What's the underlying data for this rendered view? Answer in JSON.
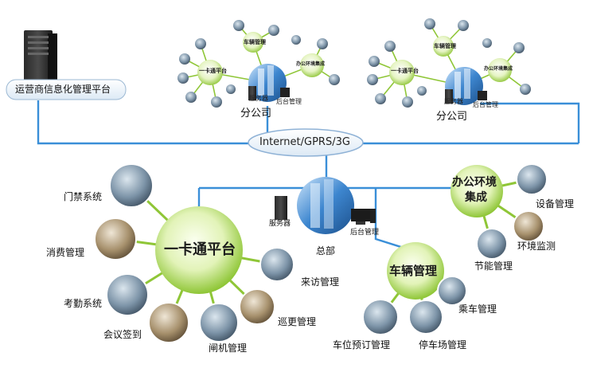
{
  "platform": {
    "label": "运营商信息化管理平台"
  },
  "network": {
    "label": "Internet/GPRS/3G"
  },
  "hq": {
    "label": "总部",
    "server_label": "服务器",
    "backend_label": "后台管理"
  },
  "card_platform": {
    "label": "一卡通平台",
    "items": [
      "门禁系统",
      "消费管理",
      "考勤系统",
      "会议签到",
      "闸机管理",
      "巡更管理",
      "来访管理"
    ]
  },
  "vehicle_mgmt": {
    "label": "车辆管理",
    "items": [
      "车位预订管理",
      "停车场管理",
      "乘车管理"
    ]
  },
  "office_env": {
    "label": "办公环境集成",
    "line1": "办公环境",
    "line2": "集成",
    "items": [
      "设备管理",
      "环境监测",
      "节能管理"
    ]
  },
  "branch_left": {
    "label": "分公司",
    "server_label": "服务器",
    "backend_label": "后台管理",
    "hubs": [
      "一卡通平台",
      "车辆管理",
      "办公环境集成"
    ]
  },
  "branch_right": {
    "label": "分公司",
    "server_label": "服务器",
    "backend_label": "后台管理",
    "hubs": [
      "一卡通平台",
      "车辆管理",
      "办公环境集成"
    ]
  },
  "colors": {
    "line_blue": "#3a8fd8",
    "hub_green_light": "#f4fbe0",
    "hub_green_dark": "#8fc637",
    "building_blue": "#2f6fb8",
    "photo_ring": "#7cb342"
  }
}
